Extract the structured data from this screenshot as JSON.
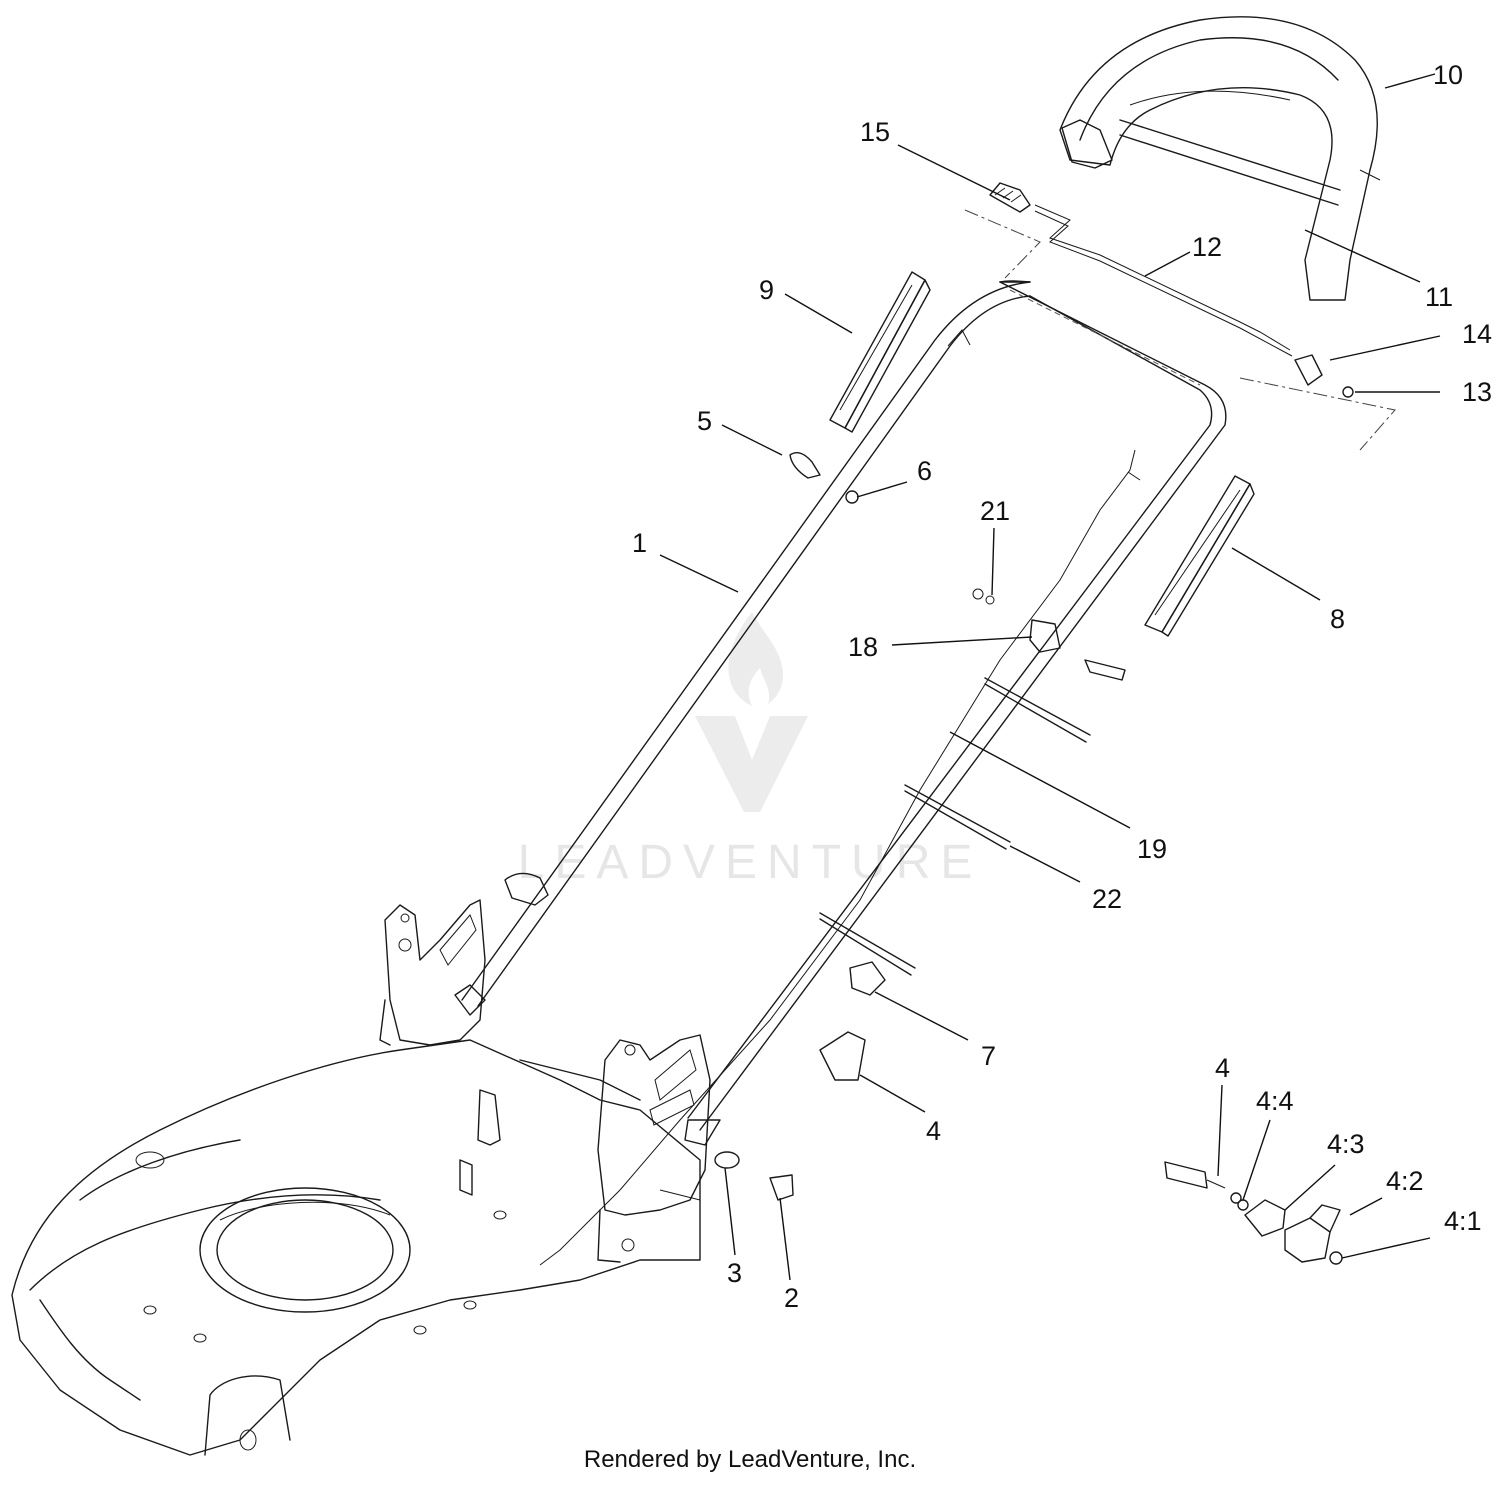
{
  "diagram": {
    "watermark_text": "LEADVENTURE",
    "footer": "Rendered by LeadVenture, Inc.",
    "callouts": [
      {
        "id": "1",
        "label": "1"
      },
      {
        "id": "2",
        "label": "2"
      },
      {
        "id": "3",
        "label": "3"
      },
      {
        "id": "4a",
        "label": "4"
      },
      {
        "id": "4b",
        "label": "4"
      },
      {
        "id": "4_1",
        "label": "4:1"
      },
      {
        "id": "4_2",
        "label": "4:2"
      },
      {
        "id": "4_3",
        "label": "4:3"
      },
      {
        "id": "4_4",
        "label": "4:4"
      },
      {
        "id": "5",
        "label": "5"
      },
      {
        "id": "6",
        "label": "6"
      },
      {
        "id": "7",
        "label": "7"
      },
      {
        "id": "8",
        "label": "8"
      },
      {
        "id": "9",
        "label": "9"
      },
      {
        "id": "10",
        "label": "10"
      },
      {
        "id": "11",
        "label": "11"
      },
      {
        "id": "12",
        "label": "12"
      },
      {
        "id": "13",
        "label": "13"
      },
      {
        "id": "14",
        "label": "14"
      },
      {
        "id": "15",
        "label": "15"
      },
      {
        "id": "18",
        "label": "18"
      },
      {
        "id": "19",
        "label": "19"
      },
      {
        "id": "21",
        "label": "21"
      },
      {
        "id": "22",
        "label": "22"
      }
    ]
  }
}
